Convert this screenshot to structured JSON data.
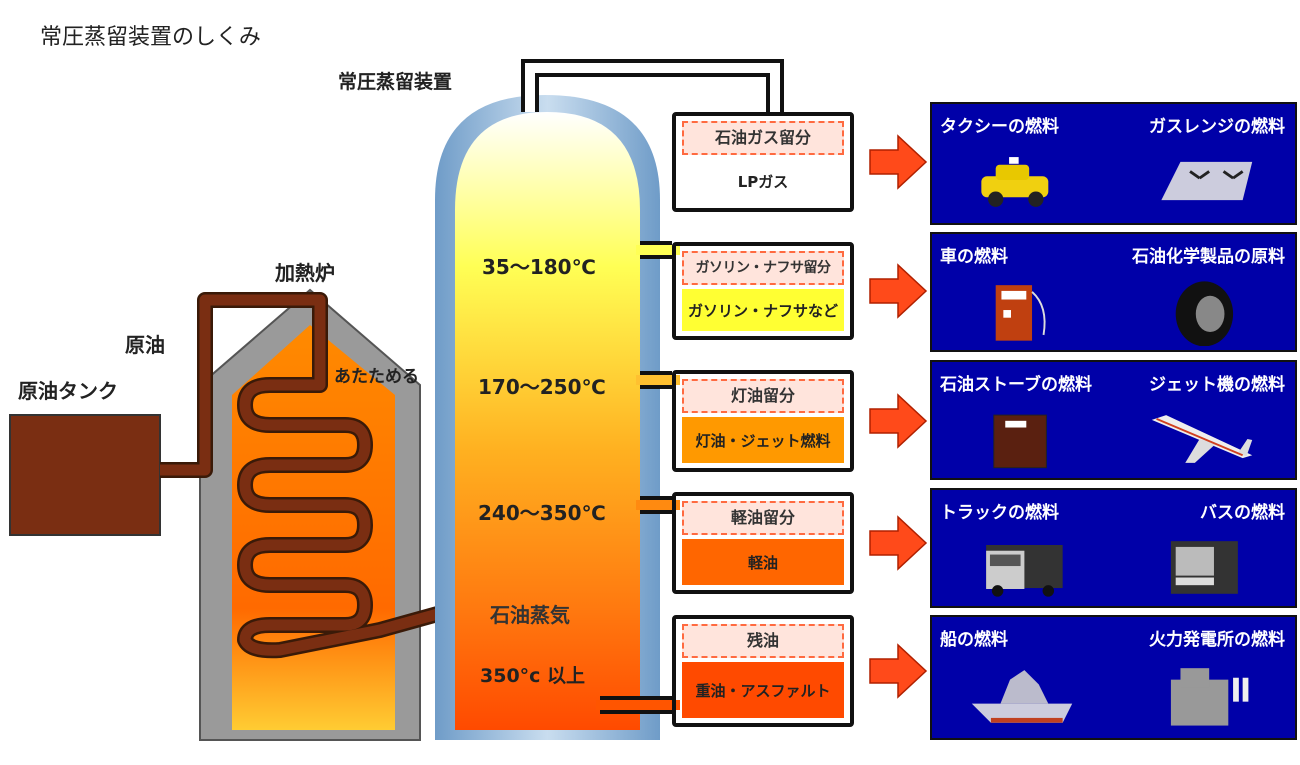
{
  "title": "常圧蒸留装置のしくみ",
  "labels": {
    "column": "常圧蒸留装置",
    "tank": "原油タンク",
    "crude": "原油",
    "furnace": "加熱炉",
    "heat": "あたためる",
    "vapor": "石油蒸気"
  },
  "temperatures": [
    "35～180℃",
    "170～250℃",
    "240～350℃",
    "350°c 以上"
  ],
  "fractions": [
    {
      "name": "石油ガス留分",
      "product": "LPガス",
      "color": "#ffffff"
    },
    {
      "name": "ガソリン・ナフサ留分",
      "product": "ガソリン・ナフサなど",
      "color": "#ffff33"
    },
    {
      "name": "灯油留分",
      "product": "灯油・ジェット燃料",
      "color": "#ff9900"
    },
    {
      "name": "軽油留分",
      "product": "軽油",
      "color": "#ff6600"
    },
    {
      "name": "残油",
      "product": "重油・アスファルト",
      "color": "#ff4a00"
    }
  ],
  "uses": [
    {
      "left": "タクシーの燃料",
      "right": "ガスレンジの燃料",
      "left_icon": "taxi-icon",
      "right_icon": "gas-stove-icon"
    },
    {
      "left": "車の燃料",
      "right": "石油化学製品の原料",
      "left_icon": "fuel-pump-icon",
      "right_icon": "tire-icon"
    },
    {
      "left": "石油ストーブの燃料",
      "right": "ジェット機の燃料",
      "left_icon": "heater-icon",
      "right_icon": "airplane-icon"
    },
    {
      "left": "トラックの燃料",
      "right": "バスの燃料",
      "left_icon": "truck-icon",
      "right_icon": "bus-icon"
    },
    {
      "left": "船の燃料",
      "right": "火力発電所の燃料",
      "left_icon": "ship-icon",
      "right_icon": "power-plant-icon"
    }
  ],
  "colors": {
    "panel": "#0000a8",
    "arrow": "#ff4a1a",
    "pipe": "#6b2a10",
    "header": "#ffe4dc"
  }
}
